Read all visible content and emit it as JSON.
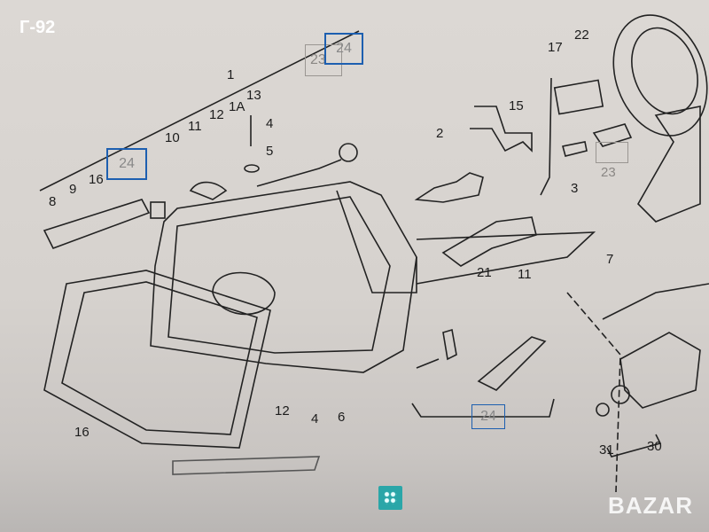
{
  "code_label": "Г-92",
  "watermark": "BAZAR",
  "callouts": {
    "c24a": "24",
    "c23a": "23",
    "c1": "1",
    "c13": "13",
    "c1a": "1A",
    "c12a": "12",
    "c11a": "11",
    "c10": "10",
    "c4a": "4",
    "c5": "5",
    "c24b": "24",
    "c16a": "16",
    "c9": "9",
    "c8": "8",
    "c2": "2",
    "c15": "15",
    "c17": "17",
    "c22": "22",
    "c23b": "23",
    "c3": "3",
    "c7": "7",
    "c21": "21",
    "c11b": "11",
    "c24c": "24",
    "c31": "31",
    "c30": "30",
    "c16b": "16",
    "c12b": "12",
    "c4b": "4",
    "c6": "6"
  },
  "colors": {
    "highlight": "#1d5fb0",
    "icon": "#2aa6a8"
  },
  "icons": {
    "grid_button": "grid-icon"
  }
}
